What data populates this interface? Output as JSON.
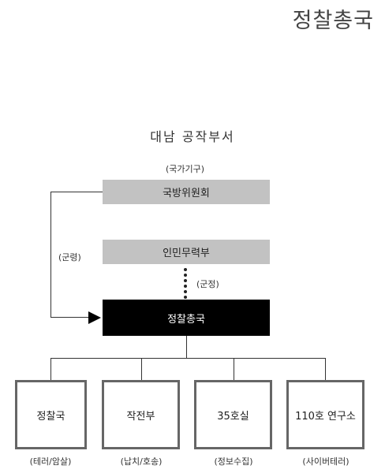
{
  "heading": "정찰총국",
  "subtitle": "대남 공작부서",
  "nodes": {
    "state_label": "(국가기구)",
    "defense_commission": "국방위원회",
    "armed_forces_ministry": "인민무력부",
    "military_order_label": "(군령)",
    "military_admin_label": "(군정)",
    "rgb": "정찰총국"
  },
  "subunits": [
    {
      "name": "정찰국",
      "role": "(테러/암살)"
    },
    {
      "name": "작전부",
      "role": "(납치/호송)"
    },
    {
      "name": "35호실",
      "role": "(정보수집)"
    },
    {
      "name": "110호 연구소",
      "role": "(사이버테러)"
    }
  ],
  "colors": {
    "gray_box": "#c2c2c2",
    "command_box": "#000000",
    "line": "#333333"
  }
}
